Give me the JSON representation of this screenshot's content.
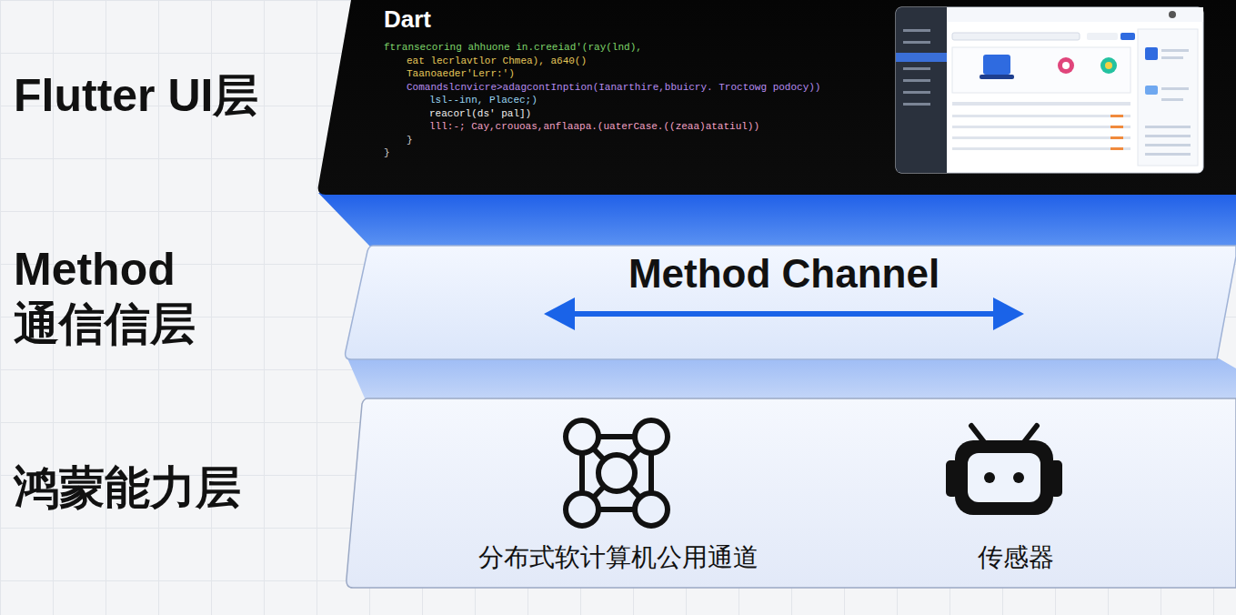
{
  "diagram": {
    "nodes": [
      {
        "text": [
          "Dart",
          "ftransecoring ahhuone in.creeiad'(ray(lnd),",
          "eat lecrlavtlor Chmea), a640()",
          "Taanoaeder'Lerr:')",
          "Comandslcnvicre>adagcontInption(Ianarthire,bbuicry. Troctowg podocy))",
          "lsl--inn, Placec;)",
          "reacorl(ds' pal])",
          "lll:-; Cay,crouoas,anflaapa.(uaterCase.((zeaa)atatiul))",
          "}",
          "}"
        ]
      },
      {
        "text": [
          "Method Channel"
        ]
      },
      {
        "text": [
          "分布式软计算机公用通道",
          "传感器"
        ]
      }
    ],
    "labels": [
      "Flutter UI层",
      "Method 通信信层",
      "鸿蒙能力层"
    ]
  }
}
